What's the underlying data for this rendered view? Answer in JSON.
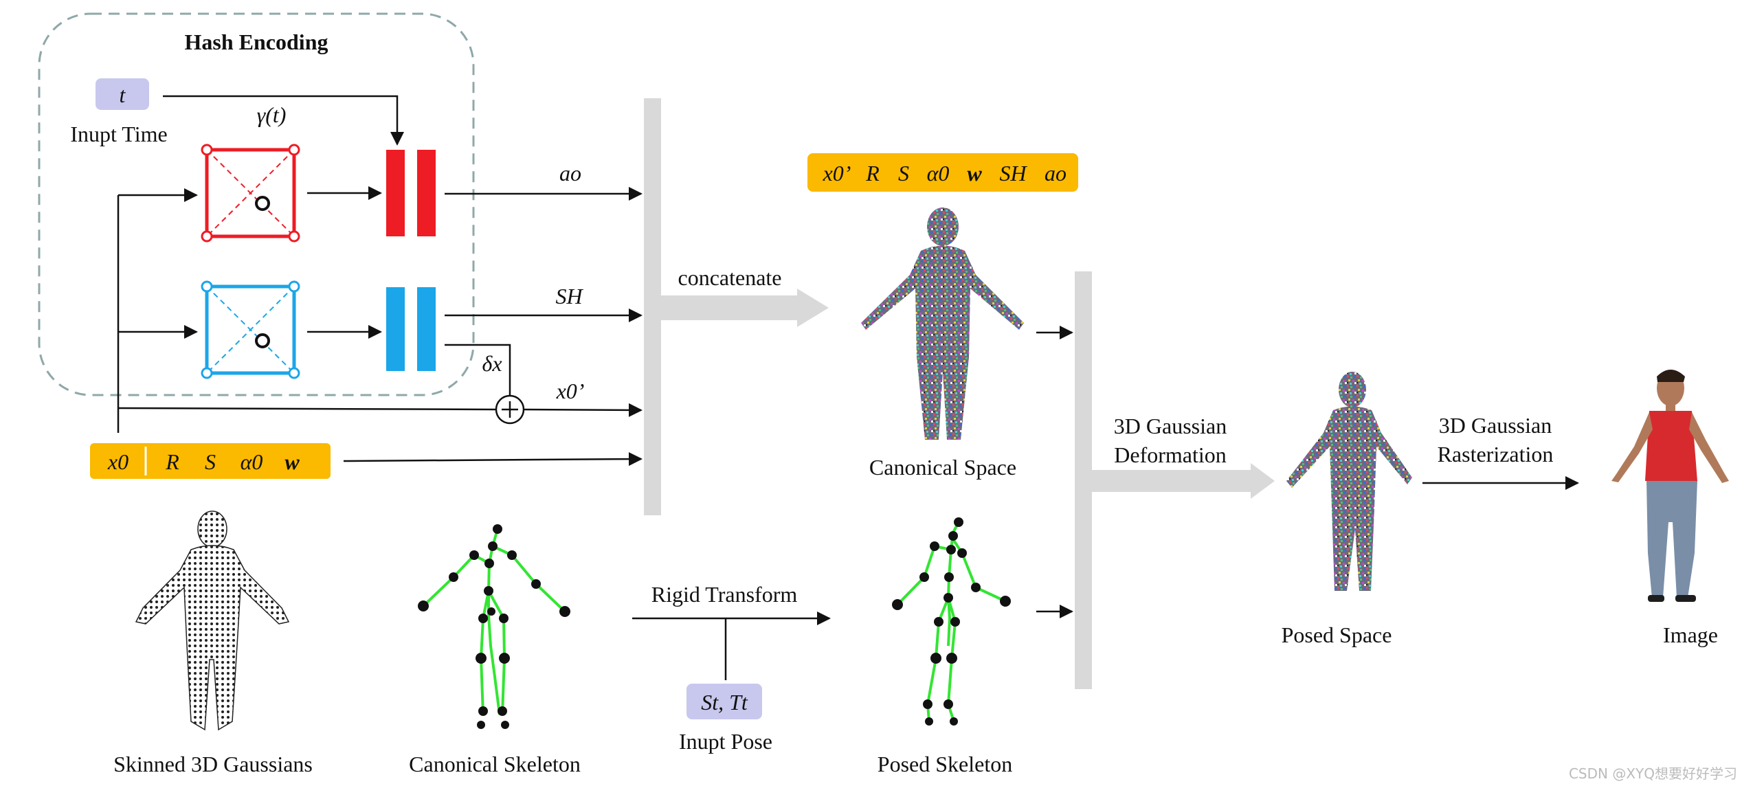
{
  "hash_encoding": {
    "title": "Hash Encoding",
    "time_token": "t",
    "time_label": "Inupt Time",
    "encoding_fn": "γ(t)"
  },
  "outputs": {
    "ao": "ao",
    "sh": "SH",
    "delta": "δx",
    "x0_prime": "x0’"
  },
  "input_attrs": [
    "x0",
    "R",
    "S",
    "α0",
    "w"
  ],
  "canonical_attrs": [
    "x0’",
    "R",
    "S",
    "α0",
    "w",
    "SH",
    "ao"
  ],
  "labels": {
    "concatenate": "concatenate",
    "canonical_space": "Canonical Space",
    "deformation_l1": "3D Gaussian",
    "deformation_l2": "Deformation",
    "rasterization_l1": "3D Gaussian",
    "rasterization_l2": "Rasterization",
    "posed_space": "Posed Space",
    "image": "Image",
    "skinned": "Skinned 3D Gaussians",
    "canonical_skeleton": "Canonical Skeleton",
    "rigid_transform": "Rigid Transform",
    "pose_token": "St, Tt",
    "pose_label": "Inupt Pose",
    "posed_skeleton": "Posed Skeleton",
    "watermark": "CSDN @XYQ想要好好学习"
  },
  "colors": {
    "red": "#ee1c24",
    "blue": "#1aa6e8",
    "gold": "#fbb900",
    "lavender": "#c8c8ee",
    "gray": "#d9d9d9",
    "dashed_box": "#8fa8a8",
    "skeleton_bone": "#33e533"
  }
}
